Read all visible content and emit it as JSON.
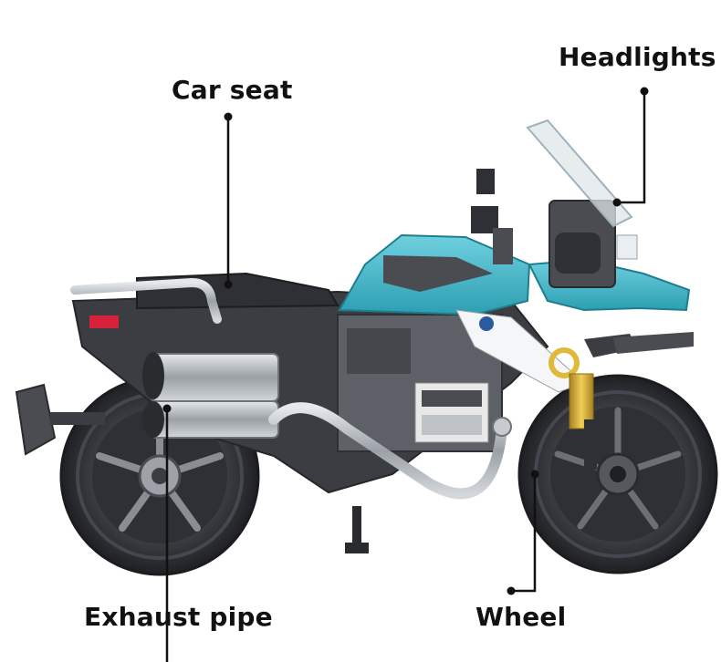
{
  "labels": {
    "car_seat": "Car seat",
    "headlights": "Headlights",
    "exhaust_pipe": "Exhaust pipe",
    "wheel": "Wheel"
  },
  "colors": {
    "body_teal": "#3cb6c9",
    "body_dark": "#3b3d42",
    "body_mid": "#5d6066",
    "chrome": "#b9bec4",
    "gold_fork": "#d8b23c",
    "tire": "#2b2c30",
    "taillight_red": "#d6213a",
    "line": "#111111"
  }
}
